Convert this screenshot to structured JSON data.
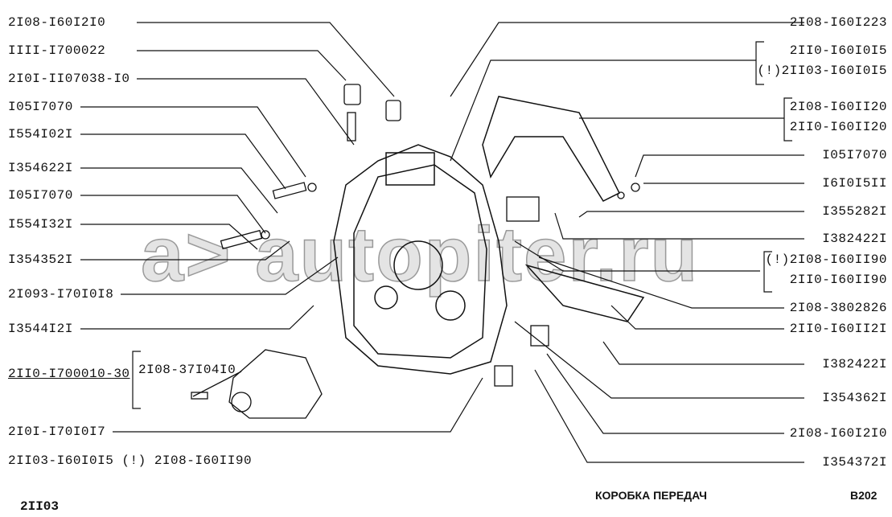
{
  "watermark": "a> autopiter.ru",
  "left_labels": [
    "2I08-I60I2I0",
    "IIII-I700022",
    "2I0I-II07038-I0",
    "I05I7070",
    "I554I02I",
    "I354622I",
    "I05I7070",
    "I554I32I",
    "I354352I",
    "2I093-I70I0I8",
    "I3544I2I"
  ],
  "assembly_label": "2II0-I700010-30",
  "sensor_label": "2I08-37I04I0",
  "bottom_left_labels": [
    "2I0I-I70I0I7",
    "2II03-I60I0I5 (!) 2I08-I60II90"
  ],
  "right_labels": {
    "top": "2I08-I60I223",
    "group1": [
      "2II0-I60I0I5",
      "(!)2II03-I60I0I5"
    ],
    "group2": [
      "2I08-I60II20",
      "2II0-I60II20"
    ],
    "singles1": [
      "I05I7070",
      "I6I0I5II",
      "I355282I",
      "I382422I"
    ],
    "group3": [
      "(!)2I08-I60II90",
      "2II0-I60II90"
    ],
    "singles2": [
      "2I08-3802826",
      "2II0-I60II2I",
      "I382422I",
      "I354362I",
      "2I08-I60I2I0",
      "I354372I"
    ]
  },
  "footer": {
    "model": "2II03",
    "title": "КОРОБКА ПЕРЕДАЧ",
    "code": "B202"
  }
}
